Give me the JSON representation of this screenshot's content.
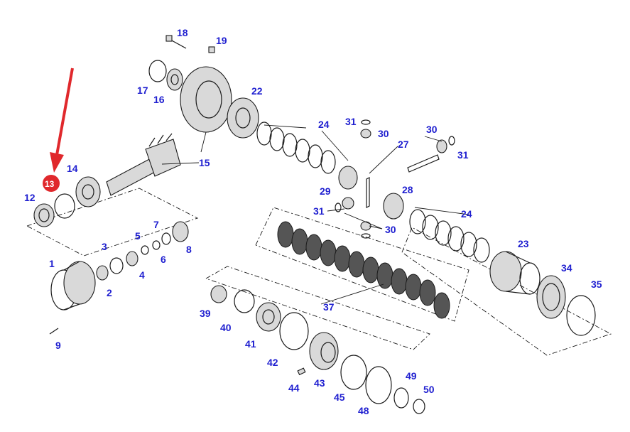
{
  "diagram": {
    "callouts": [
      "1",
      "2",
      "3",
      "4",
      "5",
      "6",
      "7",
      "8",
      "9",
      "12",
      "13",
      "14",
      "15",
      "16",
      "17",
      "18",
      "19",
      "22",
      "23",
      "24",
      "24",
      "27",
      "28",
      "29",
      "30",
      "30",
      "30",
      "31",
      "31",
      "31",
      "34",
      "35",
      "37",
      "39",
      "40",
      "41",
      "42",
      "43",
      "44",
      "45",
      "48",
      "49",
      "50"
    ],
    "highlighted_callout": "13",
    "colors": {
      "callout_text": "#1f1fd0",
      "highlight_badge": "#e0282c",
      "arrow": "#e0282c",
      "line_art": "#1a1a1a"
    }
  }
}
